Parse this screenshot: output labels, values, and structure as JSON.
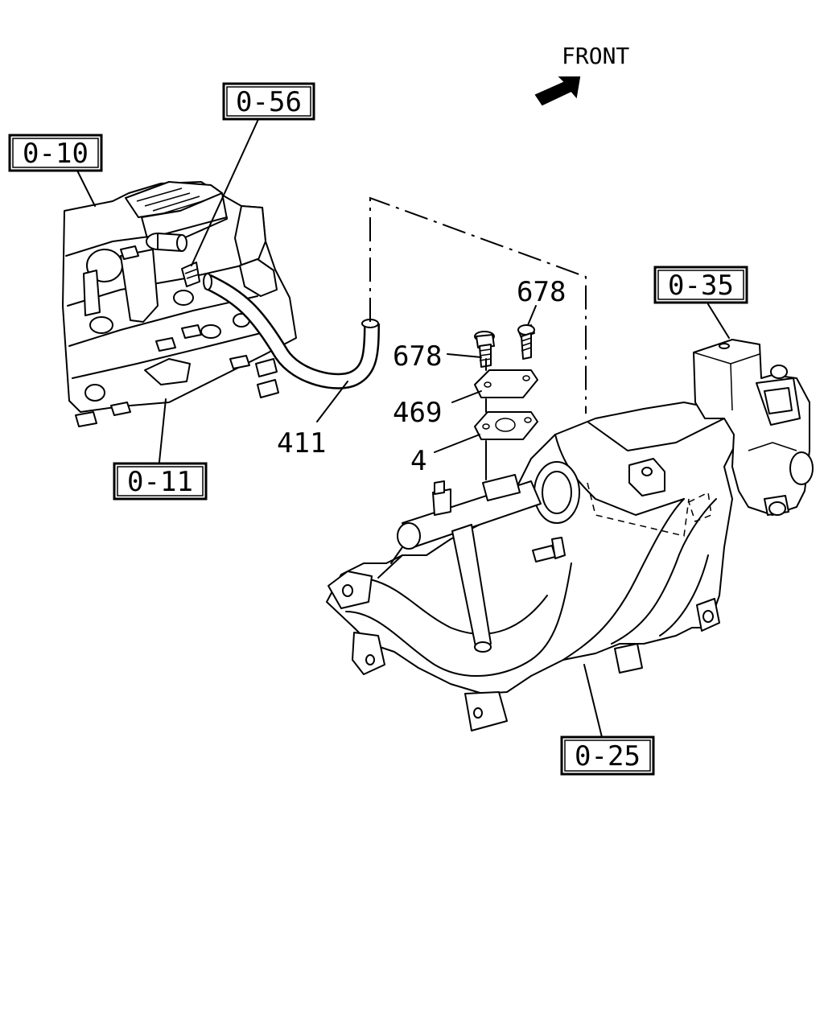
{
  "front_label": "FRONT",
  "ref_boxes": {
    "cylinder_head_cover": "0-10",
    "cylinder_head": "0-11",
    "pcv_clip": "0-56",
    "throttle_body": "0-35",
    "intake_manifold": "0-25"
  },
  "callouts": {
    "hose": "411",
    "bolt_upper": "678",
    "bolt_left": "678",
    "plate": "469",
    "gasket": "4"
  }
}
